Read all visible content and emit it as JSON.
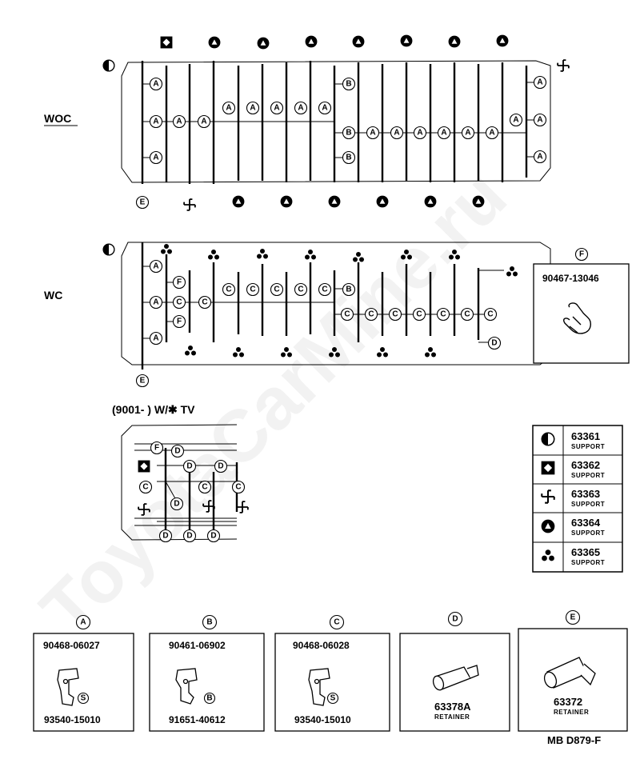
{
  "labels": {
    "woc": "WOC",
    "wc": "WC",
    "tv_note": "(9001-          ) W/✱ TV",
    "diagram_code": "MB D879-F"
  },
  "callouts": [
    "A",
    "B",
    "C",
    "D",
    "E",
    "F",
    "S"
  ],
  "legend": [
    {
      "symbol": "half-circle",
      "number": "63361",
      "name": "SUPPORT"
    },
    {
      "symbol": "diamond-square",
      "number": "63362",
      "name": "SUPPORT"
    },
    {
      "symbol": "pinwheel",
      "number": "63363",
      "name": "SUPPORT"
    },
    {
      "symbol": "triangle-circle",
      "number": "63364",
      "name": "SUPPORT"
    },
    {
      "symbol": "triple-dot",
      "number": "63365",
      "name": "SUPPORT"
    }
  ],
  "parts": {
    "F": {
      "callout": "F",
      "number": "90467-13046"
    },
    "A": {
      "callout": "A",
      "top": "90468-06027",
      "bottom": "93540-15010",
      "sub": "S"
    },
    "B": {
      "callout": "B",
      "top": "90461-06902",
      "bottom": "91651-40612",
      "sub": "B"
    },
    "C": {
      "callout": "C",
      "top": "90468-06028",
      "bottom": "93540-15010",
      "sub": "S"
    },
    "D": {
      "callout": "D",
      "number": "63378A",
      "name": "RETAINER"
    },
    "E": {
      "callout": "E",
      "number": "63372",
      "name": "RETAINER"
    }
  },
  "watermark": "ToyotaCarMine.ru"
}
